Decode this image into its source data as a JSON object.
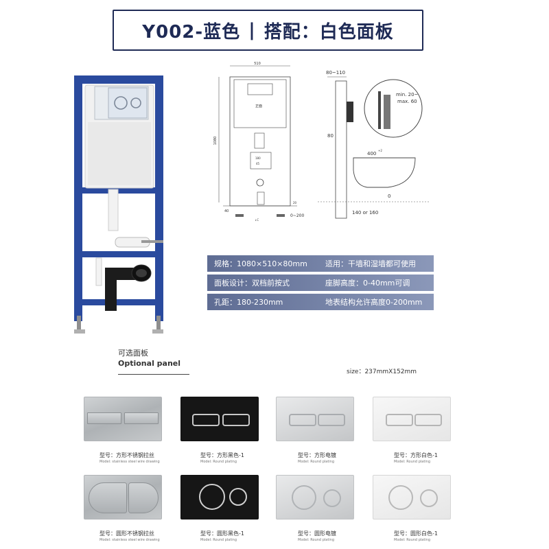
{
  "header": {
    "model": "Y002-蓝色",
    "separator": "|",
    "match": "搭配：白色面板"
  },
  "drawings": {
    "front": {
      "width_dim": "510",
      "height_dim": "1080",
      "label_center": "正面",
      "dim_180": "180",
      "dim_45": "45",
      "dim_40": "40",
      "dim_20": "20",
      "dim_0_200": "0~200",
      "dim_note": "↓C"
    },
    "side": {
      "dim_80_110": "80~110",
      "dim_80": "80",
      "dim_400": "400",
      "dim_400_sup": "+2",
      "dim_min": "min. 20~",
      "dim_max": "max. 60",
      "dim_zero": "0",
      "dim_140_160": "140 or 160"
    }
  },
  "specs": [
    {
      "a": "规格：1080×510×80mm",
      "b": "适用：干墙和湿墙都可使用"
    },
    {
      "a": "面板设计：双档前按式",
      "b": "座脚高度：0-40mm可调"
    },
    {
      "a": "孔距：180-230mm",
      "b": "地表结构允许高度0-200mm"
    }
  ],
  "optional": {
    "title_cn": "可选面板",
    "title_en": "Optional panel",
    "size": "size：237mmX152mm"
  },
  "panels": [
    {
      "cn": "型号：方形不锈钢拉丝",
      "en": "Model: stainless steel wire drawing"
    },
    {
      "cn": "型号：方形黑色-1",
      "en": "Model: Round plating"
    },
    {
      "cn": "型号：方形电镀",
      "en": "Model: Round plating"
    },
    {
      "cn": "型号：方形白色-1",
      "en": "Model: Round plating"
    },
    {
      "cn": "型号：圆形不锈钢拉丝",
      "en": "Model: stainless steel wire drawing"
    },
    {
      "cn": "型号：圆形黑色-1",
      "en": "Model: Round plating"
    },
    {
      "cn": "型号：圆形电镀",
      "en": "Model: Round plating"
    },
    {
      "cn": "型号：圆形白色-1",
      "en": "Model: Round plating"
    }
  ],
  "colors": {
    "frame_blue": "#2a4a9e",
    "title_navy": "#1e2a55",
    "spec_band": "#6f7ca2"
  }
}
